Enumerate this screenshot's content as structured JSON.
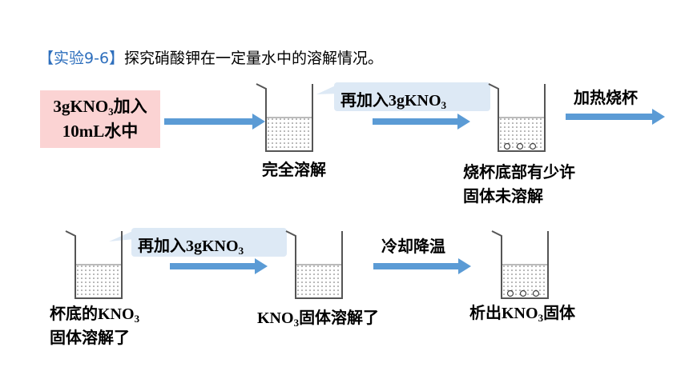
{
  "title": {
    "tag": "【实验9-6】",
    "text": "探究硝酸钾在一定量水中的溶解情况。"
  },
  "start": {
    "line1": "3gKNO",
    "line1_sub": "3",
    "line1_end": "加入",
    "line2": "10mL水中"
  },
  "step_add_1": {
    "text": "再加入3gKNO",
    "sub": "3"
  },
  "step_heat": {
    "text": "加热烧杯"
  },
  "step_add_2": {
    "text": "再加入3gKNO",
    "sub": "3"
  },
  "step_cool": {
    "text": "冷却降温"
  },
  "result_1": {
    "text": "完全溶解"
  },
  "result_2": {
    "line1": "烧杯底部有少许",
    "line2": "固体未溶解"
  },
  "result_3": {
    "line1_a": "杯底的KNO",
    "line1_sub": "3",
    "line2": "固体溶解了"
  },
  "result_4": {
    "a": "KNO",
    "sub": "3",
    "b": "固体溶解了"
  },
  "result_5": {
    "a": "析出KNO",
    "sub": "3",
    "b": "固体"
  },
  "colors": {
    "arrow": "#5b9bd5",
    "tag": "#2e6fbd",
    "start_fill": "#fbd3d3",
    "bubble_fill": "#dde9f5"
  }
}
